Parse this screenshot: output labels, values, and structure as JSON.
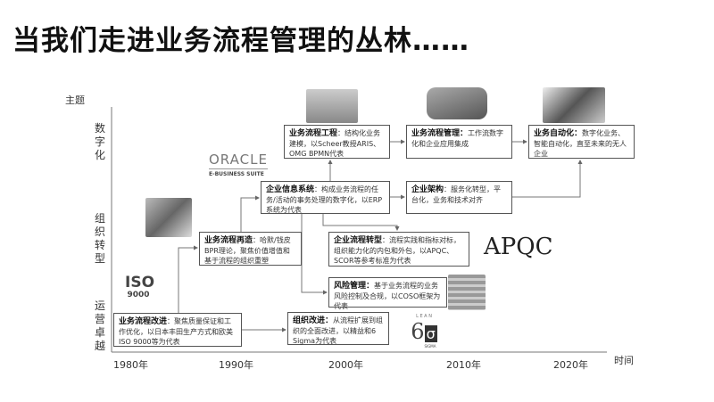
{
  "title": "当我们走进业务流程管理的丛林……",
  "axes": {
    "y_title": "主题",
    "x_title": "时间",
    "y_categories": [
      "数字化",
      "组织转型",
      "运营卓越"
    ],
    "x_ticks": [
      "1980年",
      "1990年",
      "2000年",
      "2010年",
      "2020年"
    ]
  },
  "boxes": [
    {
      "head": "业务流程改进",
      "body": "：聚焦质量保证和工作优化，以日本丰田生产方式和欧美ISO 9000等为代表"
    },
    {
      "head": "组织改进：",
      "body": "从流程扩展到组织的全面改进，以精益和6 Sigma为代表"
    },
    {
      "head": "风险管理：",
      "body": "基于业务流程的业务风险控制及合规，以COSO框架为代表"
    },
    {
      "head": "企业流程转型",
      "body": "：流程实践和指标对标，组织能力化的内包和外包，以APQC、SCOR等参考标准为代表"
    },
    {
      "head": "业务流程再造",
      "body": "：哈默/钱皮BPR理论，聚焦价值增值和基于流程的组织重塑"
    },
    {
      "head": "企业信息系统",
      "body": "：构成业务流程的任务/活动的事务处理的数字化，以ERP系统为代表"
    },
    {
      "head": "企业架构",
      "body": "：服务化转型，平台化，业务和技术对齐"
    },
    {
      "head": "业务流程工程",
      "body": "：结构化业务建模，以Scheer教授ARIS、OMG BPMN代表"
    },
    {
      "head": "业务流程管理：",
      "body": "工作流数字化和企业应用集成"
    },
    {
      "head": "业务自动化：",
      "body": "数字化业务、智能自动化，直至未来的无人企业"
    }
  ],
  "logos": {
    "iso": "ISO",
    "iso_num": "9000",
    "oracle": "ORACLE",
    "oracle_sub": "E-BUSINESS SUITE",
    "apqc": "APQC",
    "lean": "L E A N",
    "six": "6",
    "sigma": "σ",
    "sigma_word": "SIGMA"
  }
}
